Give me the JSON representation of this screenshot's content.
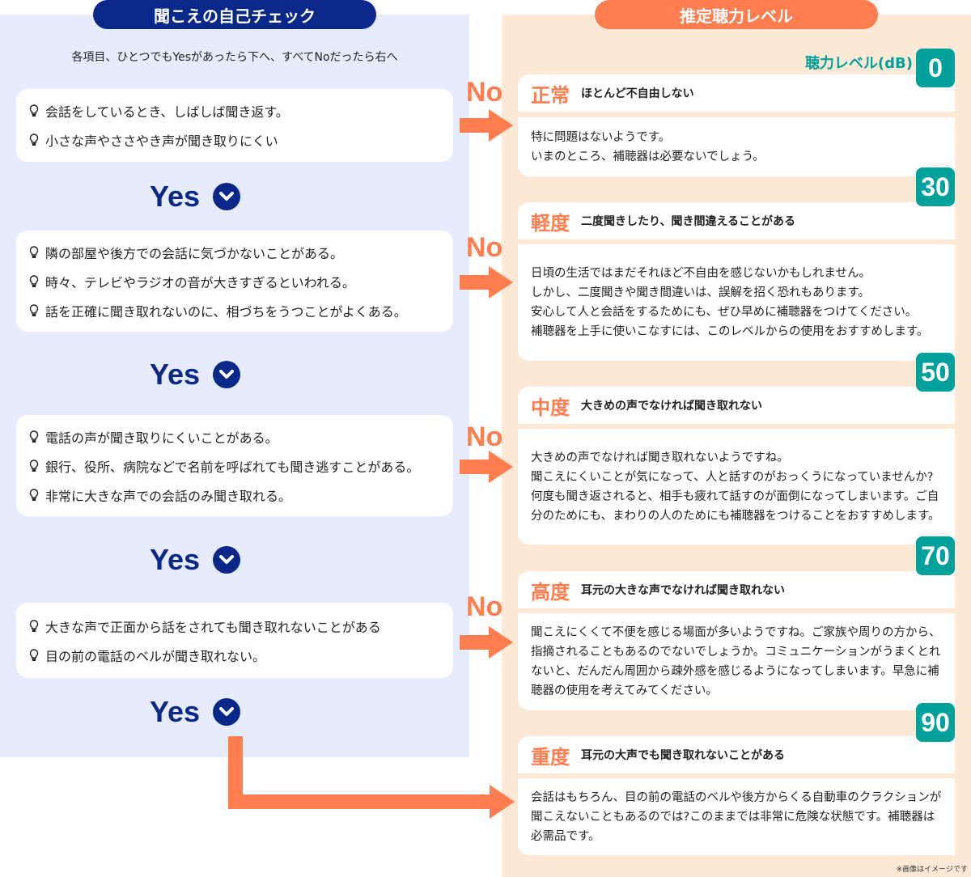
{
  "left": {
    "title": "聞こえの自己チェック",
    "instruction": "各項目、ひとつでもYesがあったら下へ、すべてNoだったら右へ",
    "groups": [
      {
        "items": [
          "会話をしているとき、しばしば聞き返す。",
          "小さな声やささやき声が聞き取りにくい"
        ]
      },
      {
        "items": [
          "隣の部屋や後方での会話に気づかないことがある。",
          "時々、テレビやラジオの音が大きすぎるといわれる。",
          "話を正確に聞き取れないのに、相づちをうつことがよくある。"
        ]
      },
      {
        "items": [
          "電話の声が聞き取りにくいことがある。",
          "銀行、役所、病院などで名前を呼ばれても聞き逃すことがある。",
          "非常に大きな声での会話のみ聞き取れる。"
        ]
      },
      {
        "items": [
          "大きな声で正面から話をされても聞き取れないことがある",
          "目の前の電話のベルが聞き取れない。"
        ]
      }
    ],
    "yes_label": "Yes",
    "no_label": "No"
  },
  "right": {
    "title": "推定聴力レベル",
    "db_label": "聴力レベル(dB)",
    "badges": [
      "0",
      "30",
      "50",
      "70",
      "90"
    ],
    "levels": [
      {
        "name": "正常",
        "summary": "ほとんど不自由しない",
        "lines": [
          "特に問題はないようです。",
          "いまのところ、補聴器は必要ないでしょう。"
        ]
      },
      {
        "name": "軽度",
        "summary": "二度聞きしたり、聞き間違えることがある",
        "lines": [
          "日頃の生活ではまだそれほど不自由を感じないかもしれません。",
          "しかし、二度聞きや聞き間違いは、誤解を招く恐れもあります。",
          "安心して人と会話をするためにも、ぜひ早めに補聴器をつけてください。",
          "補聴器を上手に使いこなすには、このレベルからの使用をおすすめします。"
        ]
      },
      {
        "name": "中度",
        "summary": "大きめの声でなければ聞き取れない",
        "lines": [
          "大きめの声でなければ聞き取れないようですね。",
          "聞こえにくいことが気になって、人と話すのがおっくうになっていませんか?何度も聞き返されると、相手も疲れて話すのが面倒になってしまいます。ご自分のためにも、まわりの人のためにも補聴器をつけることをおすすめします。"
        ]
      },
      {
        "name": "高度",
        "summary": "耳元の大きな声でなければ聞き取れない",
        "lines": [
          "聞こえにくくて不便を感じる場面が多いようですね。ご家族や周りの方から、指摘されることもあるのでないでしょうか。コミュニケーションがうまくとれないと、だんだん周囲から疎外感を感じるようになってしまいます。早急に補聴器の使用を考えてみてください。"
        ]
      },
      {
        "name": "重度",
        "summary": "耳元の大声でも聞き取れないことがある",
        "lines": [
          "会話はもちろん、目の前の電話のベルや後方からくる自動車のクラクションが聞こえないこともあるのでは?このままでは非常に危険な状態です。補聴器は必需品です。"
        ]
      }
    ]
  },
  "note": "※画像はイメージです",
  "colors": {
    "navy": "#0a288a",
    "orange": "#ff7d4f",
    "teal": "#00a19a"
  }
}
